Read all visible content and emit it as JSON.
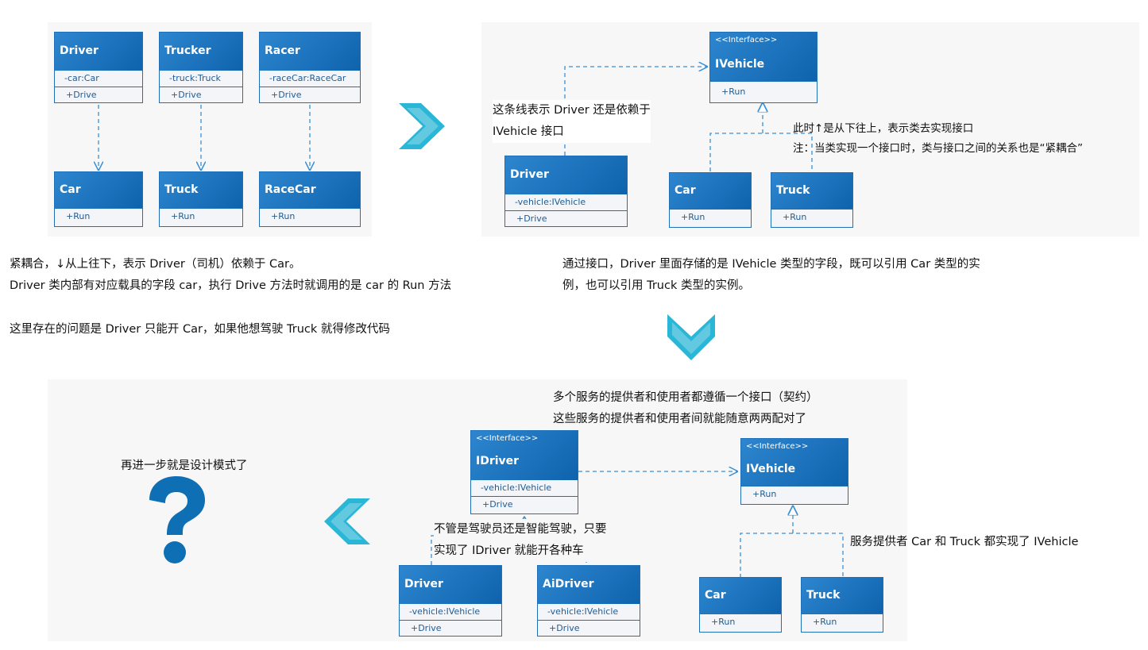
{
  "colors": {
    "header_blue": "#1667b3",
    "line_blue": "#3a8fd4",
    "arrow_cyan": "#2ab6d6",
    "question_blue": "#0f6fb5"
  },
  "icons": [
    "chevron-right-icon",
    "chevron-down-icon",
    "chevron-left-icon",
    "question-mark-icon"
  ],
  "diagram1": {
    "classes": [
      {
        "name": "Driver",
        "field": "-car:Car",
        "method": "+Drive"
      },
      {
        "name": "Trucker",
        "field": "-truck:Truck",
        "method": "+Drive"
      },
      {
        "name": "Racer",
        "field": "-raceCar:RaceCar",
        "method": "+Drive"
      },
      {
        "name": "Car",
        "method": "+Run"
      },
      {
        "name": "Truck",
        "method": "+Run"
      },
      {
        "name": "RaceCar",
        "method": "+Run"
      }
    ],
    "note_lines": [
      "紧耦合，↓从上往下，表示 Driver（司机）依赖于 Car。",
      "Driver 类内部有对应载具的字段 car，执行 Drive 方法时就调用的是 car 的 Run 方法",
      "这里存在的问题是 Driver 只能开 Car，如果他想驾驶 Truck 就得修改代码"
    ]
  },
  "diagram2": {
    "interface": {
      "stereotype": "<<Interface>>",
      "name": "IVehicle",
      "method": "+Run"
    },
    "driver": {
      "name": "Driver",
      "field": "-vehicle:IVehicle",
      "method": "+Drive"
    },
    "car": {
      "name": "Car",
      "method": "+Run"
    },
    "truck": {
      "name": "Truck",
      "method": "+Run"
    },
    "note_dep": [
      "这条线表示 Driver 还是依赖于",
      "IVehicle 接口"
    ],
    "note_impl": [
      "此时↑是从下往上，表示类去实现接口",
      "注：当类实现一个接口时，类与接口之间的关系也是“紧耦合”"
    ],
    "note_bottom": [
      "通过接口，Driver 里面存储的是 IVehicle 类型的字段，既可以引用 Car 类型的实",
      "例，也可以引用 Truck 类型的实例。"
    ]
  },
  "diagram3": {
    "idriver": {
      "stereotype": "<<Interface>>",
      "name": "IDriver",
      "field": "-vehicle:IVehicle",
      "method": "+Drive"
    },
    "ivehicle": {
      "stereotype": "<<Interface>>",
      "name": "IVehicle",
      "method": "+Run"
    },
    "driver": {
      "name": "Driver",
      "field": "-vehicle:IVehicle",
      "method": "+Drive"
    },
    "aidriver": {
      "name": "AiDriver",
      "field": "-vehicle:IVehicle",
      "method": "+Drive"
    },
    "car": {
      "name": "Car",
      "method": "+Run"
    },
    "truck": {
      "name": "Truck",
      "method": "+Run"
    },
    "note_top": [
      "多个服务的提供者和使用者都遵循一个接口（契约）",
      "这些服务的提供者和使用者间就能随意两两配对了"
    ],
    "note_drivers": [
      "不管是驾驶员还是智能驾驶，只要",
      "实现了 IDriver 就能开各种车"
    ],
    "note_providers": "服务提供者 Car 和 Truck 都实现了 IVehicle",
    "note_next": "再进一步就是设计模式了"
  }
}
